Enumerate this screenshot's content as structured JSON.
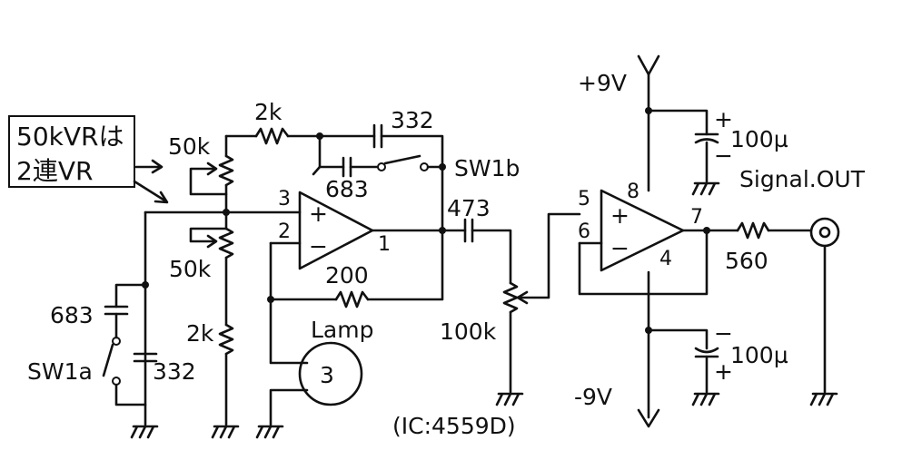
{
  "note_box": {
    "line1": "50kVRは",
    "line2": "2連VR"
  },
  "labels": {
    "r_fb_top": "2k",
    "c_332_top": "332",
    "pot_top": "50k",
    "c_683_mid": "683",
    "sw1b": "SW1b",
    "pin3": "3",
    "pin2": "2",
    "pin1": "1",
    "c_473": "473",
    "r_200": "200",
    "pot_bottom": "50k",
    "r_2k_low": "2k",
    "lamp": "Lamp",
    "lamp_symbol": "3",
    "c_683_left": "683",
    "sw1a": "SW1a",
    "c_332_left": "332",
    "pot_100k": "100k",
    "ic": "(IC:4559D)",
    "vplus": "+9V",
    "vminus": "-9V",
    "c_100u_top": "100µ",
    "c_100u_bottom": "100µ",
    "plus_sign_top": "+",
    "minus_sign_top": "−",
    "plus_sign_bottom": "+",
    "minus_sign_bottom": "−",
    "pin5": "5",
    "pin6": "6",
    "pin8": "8",
    "pin7": "7",
    "pin4": "4",
    "r_560": "560",
    "signal_out": "Signal.OUT",
    "opamp_plus": "+",
    "opamp_minus": "−"
  }
}
